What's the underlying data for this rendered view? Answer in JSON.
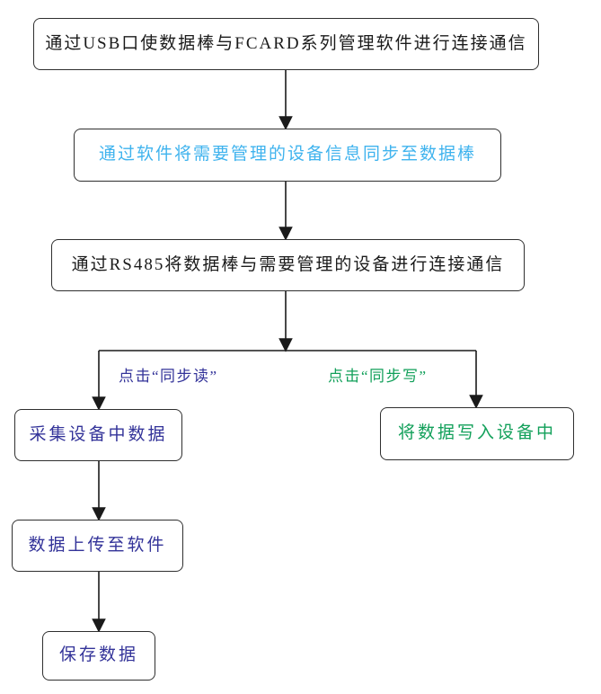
{
  "diagram": {
    "type": "flowchart",
    "colors": {
      "background": "#ffffff",
      "box_border": "#2f2f2f",
      "arrow": "#1a1a1a",
      "text_black": "#1a1a1a",
      "text_cyan": "#3fb3ee",
      "text_navy": "#333399",
      "text_green": "#12a05a"
    },
    "nodes": [
      {
        "id": "usb-connect",
        "text": "通过USB口使数据棒与FCARD系列管理软件进行连接通信",
        "text_color": "#1a1a1a"
      },
      {
        "id": "sync-device-info",
        "text": "通过软件将需要管理的设备信息同步至数据棒",
        "text_color": "#3fb3ee"
      },
      {
        "id": "rs485-connect",
        "text": "通过RS485将数据棒与需要管理的设备进行连接通信",
        "text_color": "#1a1a1a"
      },
      {
        "id": "collect-data",
        "text": "采集设备中数据",
        "text_color": "#333399"
      },
      {
        "id": "write-data",
        "text": "将数据写入设备中",
        "text_color": "#12a05a"
      },
      {
        "id": "upload-data",
        "text": "数据上传至软件",
        "text_color": "#333399"
      },
      {
        "id": "save-data",
        "text": "保存数据",
        "text_color": "#333399"
      }
    ],
    "edge_labels": [
      {
        "id": "sync-read-label",
        "text": "点击“同步读”",
        "text_color": "#333399"
      },
      {
        "id": "sync-write-label",
        "text": "点击“同步写”",
        "text_color": "#12a05a"
      }
    ],
    "edges": [
      {
        "from": "usb-connect",
        "to": "sync-device-info"
      },
      {
        "from": "sync-device-info",
        "to": "rs485-connect"
      },
      {
        "from": "rs485-connect",
        "to": "collect-data",
        "label": "点击“同步读”"
      },
      {
        "from": "rs485-connect",
        "to": "write-data",
        "label": "点击“同步写”"
      },
      {
        "from": "collect-data",
        "to": "upload-data"
      },
      {
        "from": "upload-data",
        "to": "save-data"
      }
    ]
  }
}
